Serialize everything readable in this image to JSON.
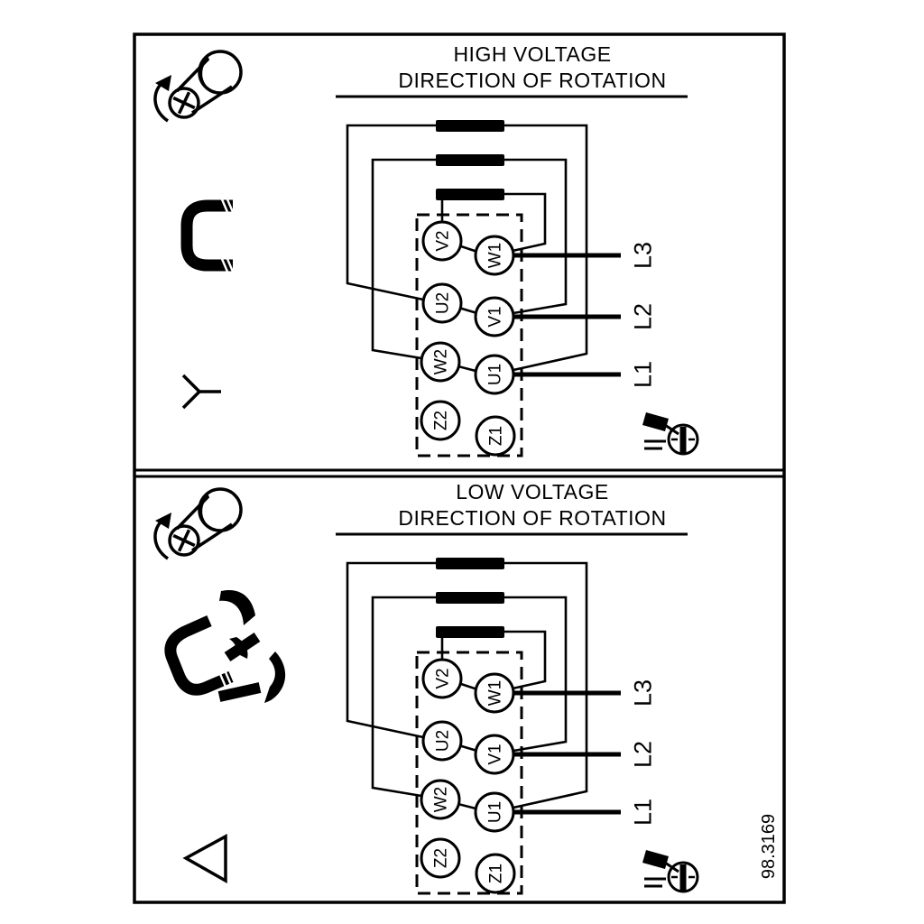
{
  "figure": {
    "number": "98.3169"
  },
  "panels": [
    {
      "title_line1": "HIGH VOLTAGE",
      "title_line2": "DIRECTION OF ROTATION",
      "connection": "star",
      "terminals": {
        "left": [
          "V2",
          "U2",
          "W2",
          "Z2"
        ],
        "right": [
          "W1",
          "V1",
          "U1",
          "Z1"
        ]
      },
      "supply_lines": [
        "L3",
        "L2",
        "L1"
      ]
    },
    {
      "title_line1": "LOW VOLTAGE",
      "title_line2": "DIRECTION OF ROTATION",
      "connection": "delta",
      "terminals": {
        "left": [
          "V2",
          "U2",
          "W2",
          "Z2"
        ],
        "right": [
          "W1",
          "V1",
          "U1",
          "Z1"
        ]
      },
      "supply_lines": [
        "L3",
        "L2",
        "L1"
      ]
    }
  ],
  "icons": {
    "screw": "screw-with-rotation-arrow-icon",
    "staple": "jumper-bridge-icon",
    "star": "star-connection-symbol",
    "delta": "delta-connection-symbol",
    "links": "jumper-links-moving-icon",
    "tool": "screwdriver-terminal-icon"
  },
  "colors": {
    "ink": "#000000",
    "background": "#ffffff"
  }
}
